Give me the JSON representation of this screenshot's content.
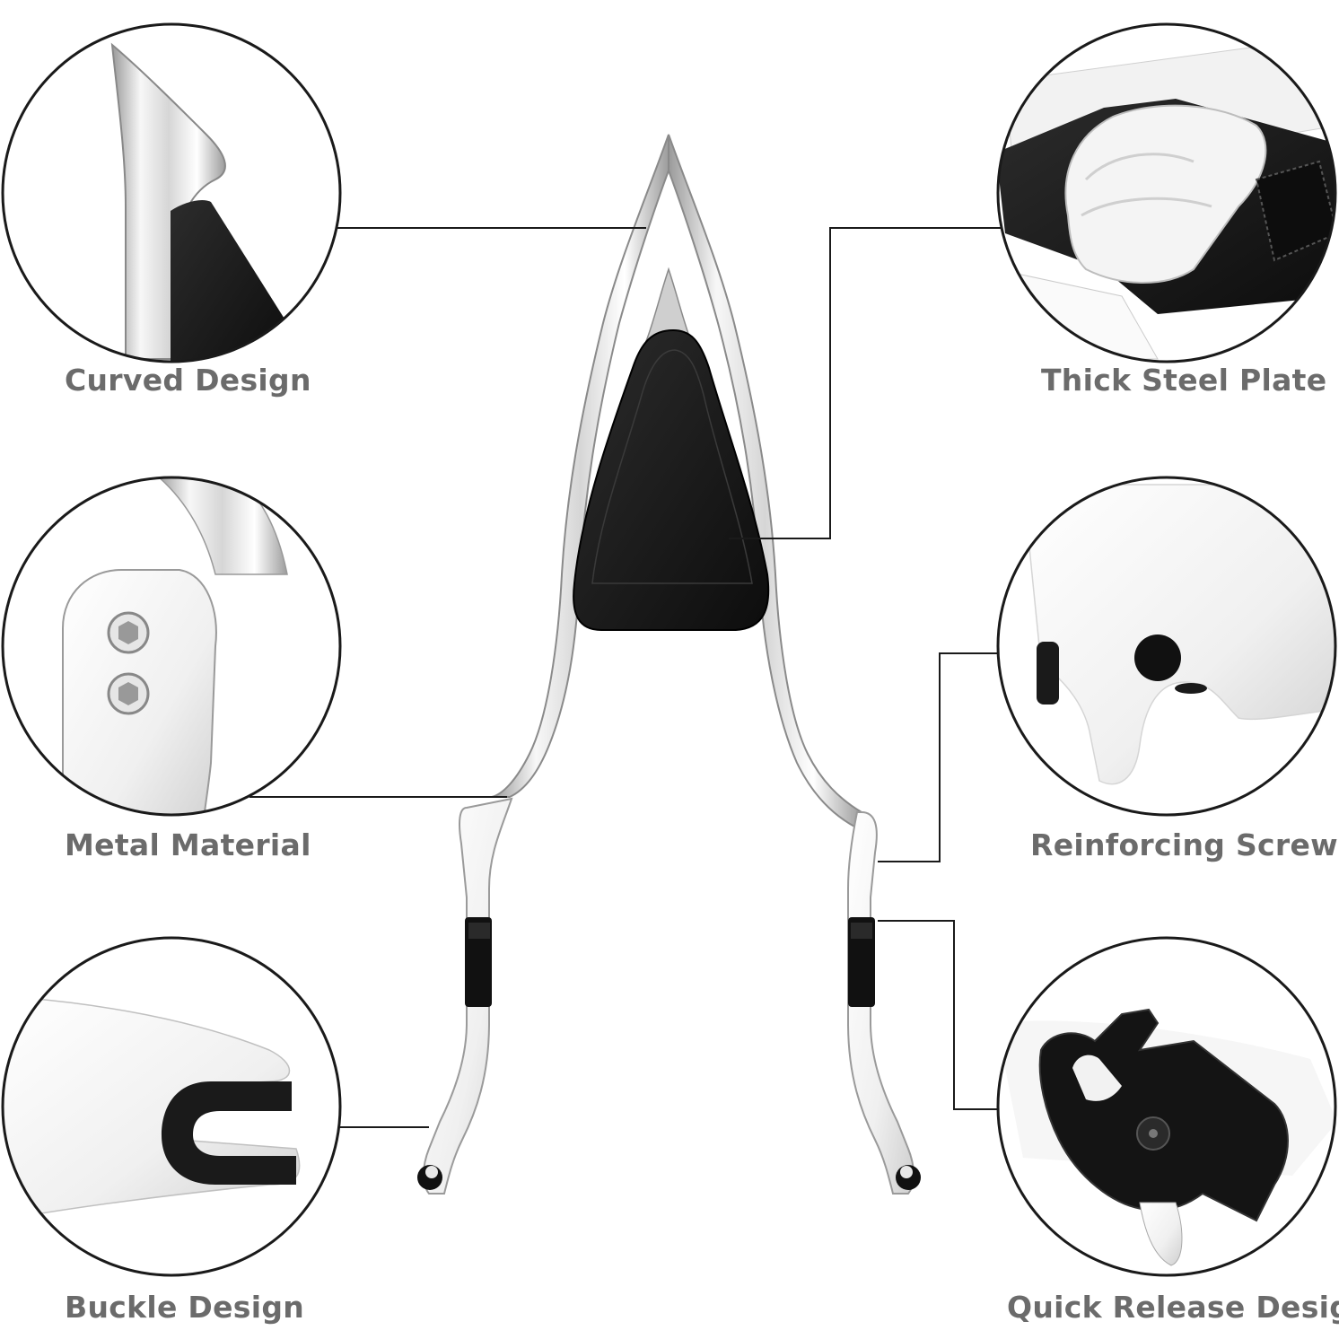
{
  "features": {
    "curved_design": {
      "label": "Curved Design",
      "icon": "curved-tip-detail"
    },
    "metal_material": {
      "label": "Metal Material",
      "icon": "bolt-plate-detail"
    },
    "buckle_design": {
      "label": "Buckle Design",
      "icon": "u-buckle-detail"
    },
    "thick_steel_plate": {
      "label": "Thick Steel Plate",
      "icon": "pad-cross-section-detail"
    },
    "reinforcing_screw": {
      "label": "Reinforcing Screw",
      "icon": "screw-detail"
    },
    "quick_release_design": {
      "label": "Quick Release Design",
      "icon": "latch-detail"
    }
  },
  "colors": {
    "chrome_light": "#f2f2f2",
    "chrome_mid": "#c8c8c8",
    "chrome_dark": "#8a8a8a",
    "pad_black": "#1a1a1a",
    "label_gray": "#6b6b6b",
    "outline": "#1a1a1a"
  }
}
